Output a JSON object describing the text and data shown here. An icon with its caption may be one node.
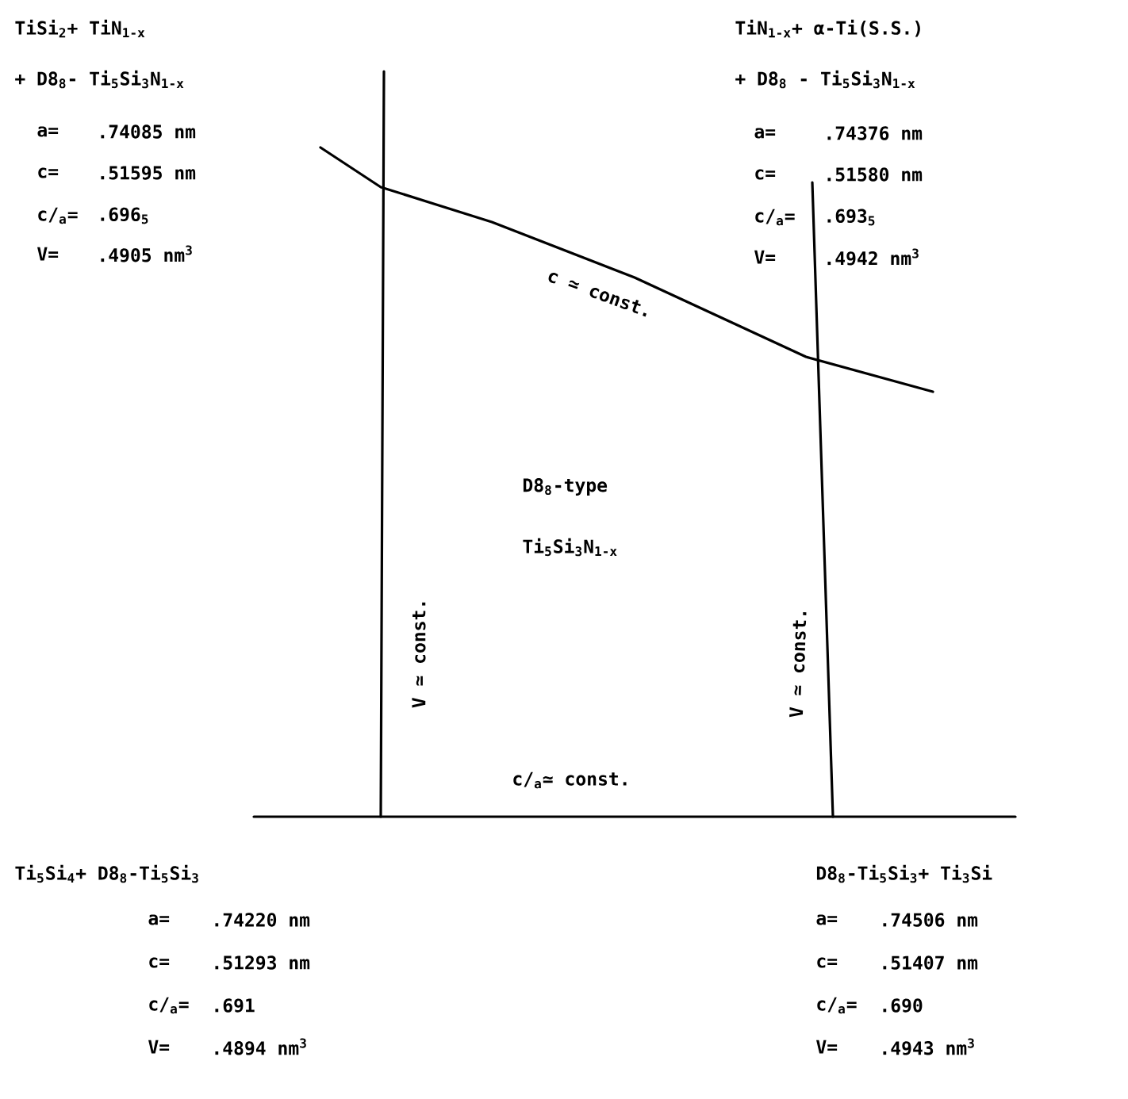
{
  "diagram": {
    "labels": [
      "TiSi$_{2}$+ TiN$_{1-x}$",
      "+ D8$_{8}$- Ti$_{5}$Si$_{3}$N$_{1-x}$",
      "a=",
      ".74085 nm",
      "c=",
      ".51595 nm",
      "c/$_{a}$=",
      ".696$_{5}$",
      "V=",
      ".4905 nm$^{3}$",
      "TiN$_{1-x}$+ α-Ti(S.S.)",
      "+ D8$_{8}$ - Ti$_{5}$Si$_{3}$N$_{1-x}$",
      "a=",
      ".74376 nm",
      "c=",
      ".51580 nm",
      "c/$_{a}$=",
      ".693$_{5}$",
      "V=",
      ".4942 nm$^{3}$",
      "c ≃ const.",
      "D8$_{8}$-type",
      "V ≃ const.",
      "Ti$_{5}$Si$_{3}$N$_{1-x}$",
      "V ≃ const.",
      "c/$_{a}$≃ const.",
      "Ti$_{5}$Si$_{4}$+ D8$_{8}$-Ti$_{5}$Si$_{3}$",
      "D8$_{8}$-Ti$_{5}$Si$_{3}$+ Ti$_{3}$Si",
      "a=",
      ".74220 nm",
      "a=",
      ".74506 nm",
      "c=",
      ".51293 nm",
      "c=",
      ".51407 nm",
      "c/$_{a}$=",
      ".691",
      "c/$_{a}$=",
      ".690",
      "V=",
      ".4894 nm$^{3}$",
      "V=",
      ".4943 nm$^{3}$"
    ]
  }
}
